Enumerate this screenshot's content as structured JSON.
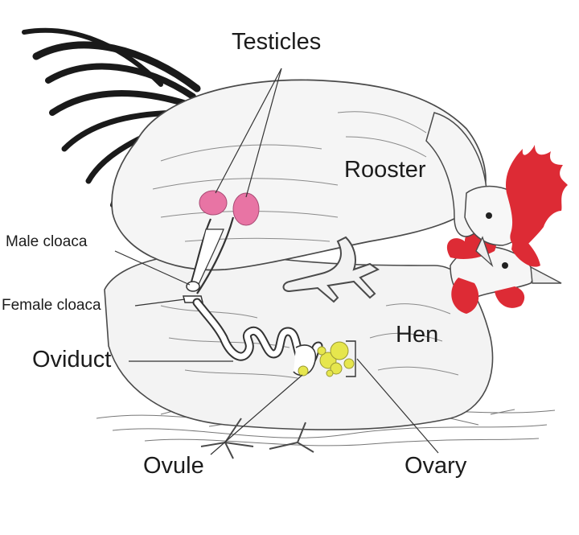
{
  "labels": {
    "testicles": "Testicles",
    "rooster": "Rooster",
    "male_cloaca": "Male cloaca",
    "female_cloaca": "Female cloaca",
    "oviduct": "Oviduct",
    "hen": "Hen",
    "ovule": "Ovule",
    "ovary": "Ovary"
  },
  "colors": {
    "testicle": "#e874a4",
    "comb": "#dd2b35",
    "ovary": "#e6e64d",
    "outline": "#4a4a4a",
    "body_shade": "#f3f3f3"
  }
}
